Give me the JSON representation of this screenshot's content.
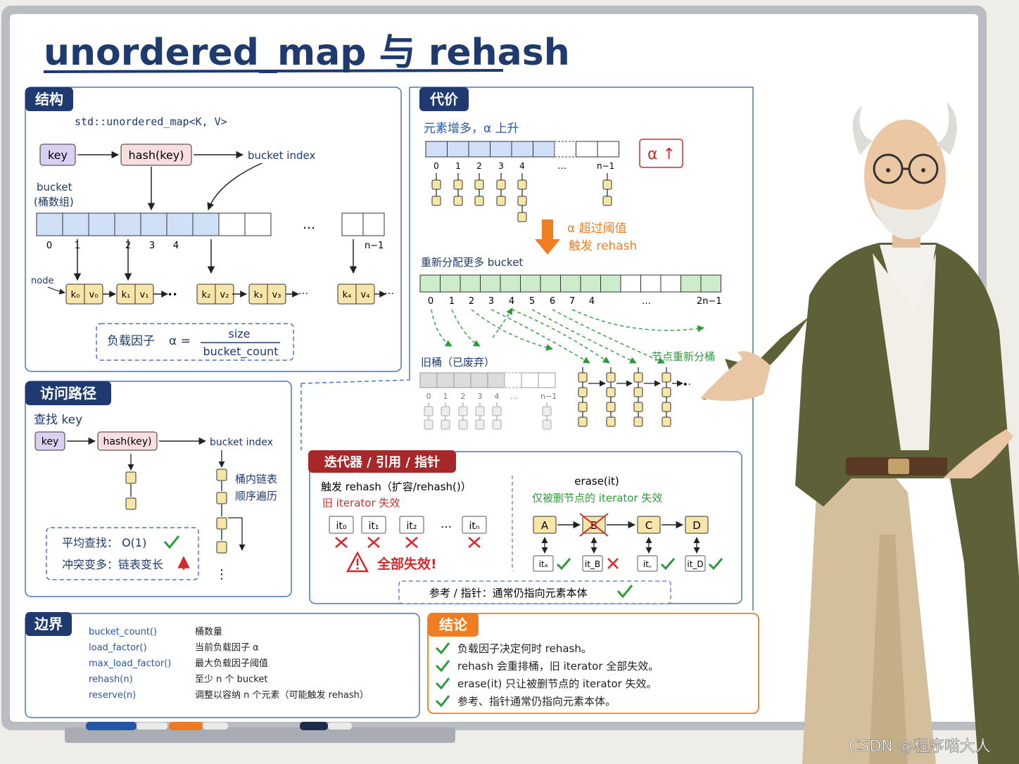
{
  "title": "unordered_map 与 rehash",
  "watermark": "CSDN @程序喵大人",
  "colors": {
    "navy": "#1e3a6e",
    "frame_blue": "#4a74c4",
    "bucket_blue": "#cfe0f7",
    "bucket_green": "#cdeccb",
    "node_yellow": "#f8e6a8",
    "key_purple": "#dcd0f2",
    "hash_pink": "#f8dede",
    "red": "#d42a2a",
    "green": "#2f9a3a",
    "orange": "#ef7d22",
    "dark_red": "#a72828"
  },
  "structure": {
    "header": "结构",
    "type_label": "std::unordered_map<K, V>",
    "key": "key",
    "hash": "hash(key)",
    "bucket_index": "bucket index",
    "bucket_label": "bucket",
    "bucket_sub": "(桶数组)",
    "indices": [
      "0",
      "1",
      "2",
      "3",
      "4"
    ],
    "ellipsis": "…",
    "n_minus_1": "n−1",
    "node_label": "node",
    "nodes": [
      "k₀",
      "v₀",
      "k₁",
      "v₁",
      "k₂",
      "v₂",
      "k₃",
      "v₃",
      "k₄",
      "v₄"
    ],
    "load_factor_label": "负载因子",
    "alpha_eq": "α =",
    "numerator": "size",
    "denominator": "bucket_count"
  },
  "cost": {
    "header": "代价",
    "subtitle": "元素增多，α 上升",
    "alpha_badge": "α ↑",
    "indices": [
      "0",
      "1",
      "2",
      "3",
      "4"
    ],
    "ellipsis": "…",
    "n_minus_1": "n−1",
    "trigger_line1": "α 超过阈值",
    "trigger_line2": "触发 rehash",
    "realloc_label": "重新分配更多 bucket",
    "new_indices": [
      "0",
      "1",
      "2",
      "3",
      "4",
      "5",
      "6",
      "7",
      "4"
    ],
    "two_n_minus_1": "2n−1",
    "old_label": "旧桶（已废弃）",
    "old_indices": [
      "0",
      "1",
      "2",
      "3",
      "4"
    ],
    "redistribute_label": "节点重新分桶"
  },
  "access": {
    "header": "访问路径",
    "find": "查找 key",
    "key": "key",
    "hash": "hash(key)",
    "bucket_index": "bucket index",
    "chain_line1": "桶内链表",
    "chain_line2": "顺序遍历",
    "avg": "平均查找：  O(1)",
    "collision": "冲突变多：链表变长"
  },
  "iterators": {
    "header": "迭代器 / 引用 / 指针",
    "trigger": "触发 rehash（扩容/rehash()）",
    "old_invalid": "旧 iterator 失效",
    "its": [
      "it₀",
      "it₁",
      "it₂",
      "itₙ"
    ],
    "all_invalid": "全部失效!",
    "erase": "erase(it)",
    "erase_note": "仅被删节点的 iterator 失效",
    "nodes": [
      "A",
      "B",
      "C",
      "D"
    ],
    "node_its": [
      "itₐ",
      "it_B",
      "it꜀",
      "it_D"
    ],
    "ref_note": "参考 / 指针：通常仍指向元素本体"
  },
  "boundary": {
    "header": "边界",
    "rows": [
      {
        "api": "bucket_count()",
        "desc": "桶数量"
      },
      {
        "api": "load_factor()",
        "desc": "当前负载因子 α"
      },
      {
        "api": "max_load_factor()",
        "desc": "最大负载因子阈值"
      },
      {
        "api": "rehash(n)",
        "desc": "至少 n 个 bucket"
      },
      {
        "api": "reserve(n)",
        "desc": "调整以容纳 n 个元素（可能触发 rehash）"
      }
    ]
  },
  "conclusion": {
    "header": "结论",
    "items": [
      "负载因子决定何时  rehash。",
      "rehash 会重排桶，旧 iterator 全部失效。",
      "erase(it) 只让被删节点的 iterator 失效。",
      "参考、指针通常仍指向元素本体。"
    ]
  }
}
